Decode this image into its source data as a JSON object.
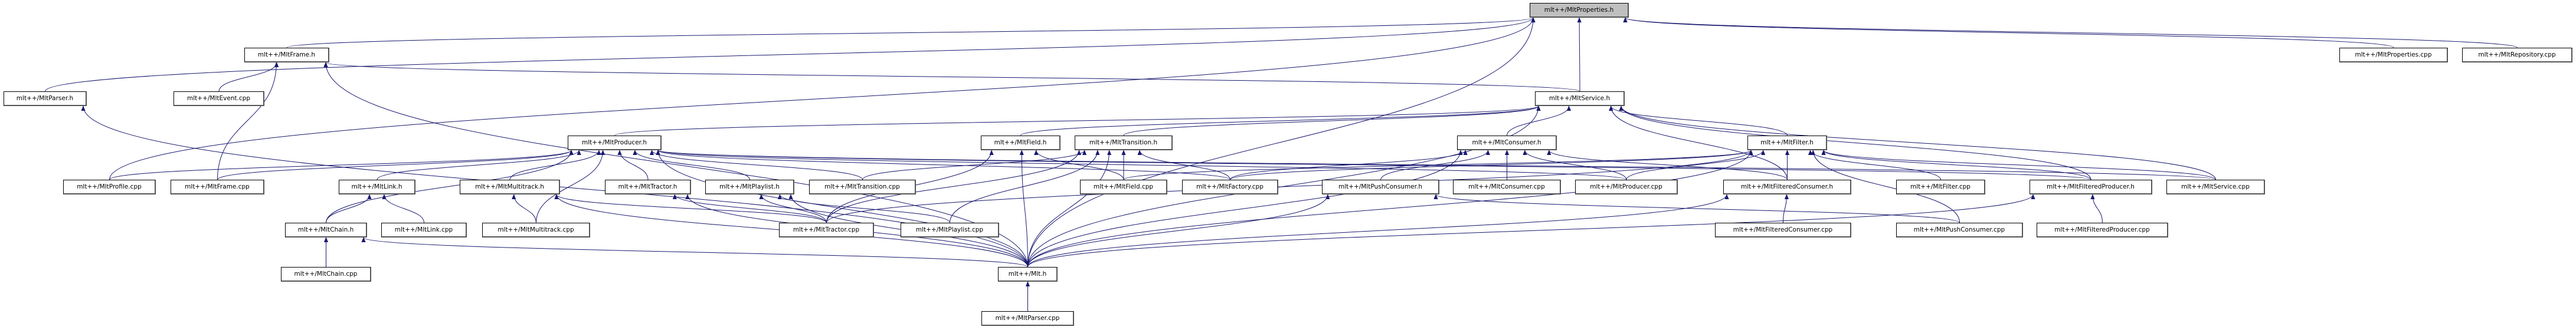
{
  "colors": {
    "edge": "#191970",
    "highlight_fill": "#bfbfbf",
    "node_fill": "#ffffff"
  },
  "nodes": [
    {
      "id": "props_h",
      "label": "mlt++/MltProperties.h",
      "highlighted": true
    },
    {
      "id": "frame_h",
      "label": "mlt++/MltFrame.h"
    },
    {
      "id": "parser_h",
      "label": "mlt++/MltParser.h"
    },
    {
      "id": "event_cpp",
      "label": "mlt++/MltEvent.cpp"
    },
    {
      "id": "service_h",
      "label": "mlt++/MltService.h"
    },
    {
      "id": "props_cpp",
      "label": "mlt++/MltProperties.cpp"
    },
    {
      "id": "repo_cpp",
      "label": "mlt++/MltRepository.cpp"
    },
    {
      "id": "producer_h",
      "label": "mlt++/MltProducer.h"
    },
    {
      "id": "field_h",
      "label": "mlt++/MltField.h"
    },
    {
      "id": "transition_h",
      "label": "mlt++/MltTransition.h"
    },
    {
      "id": "consumer_h",
      "label": "mlt++/MltConsumer.h"
    },
    {
      "id": "filter_h",
      "label": "mlt++/MltFilter.h"
    },
    {
      "id": "profile_cpp",
      "label": "mlt++/MltProfile.cpp"
    },
    {
      "id": "frame_cpp",
      "label": "mlt++/MltFrame.cpp"
    },
    {
      "id": "link_h",
      "label": "mlt++/MltLink.h"
    },
    {
      "id": "multitrack_h",
      "label": "mlt++/MltMultitrack.h"
    },
    {
      "id": "tractor_h",
      "label": "mlt++/MltTractor.h"
    },
    {
      "id": "playlist_h",
      "label": "mlt++/MltPlaylist.h"
    },
    {
      "id": "transition_cpp",
      "label": "mlt++/MltTransition.cpp"
    },
    {
      "id": "field_cpp",
      "label": "mlt++/MltField.cpp"
    },
    {
      "id": "factory_cpp",
      "label": "mlt++/MltFactory.cpp"
    },
    {
      "id": "pushconsumer_h",
      "label": "mlt++/MltPushConsumer.h"
    },
    {
      "id": "consumer_cpp",
      "label": "mlt++/MltConsumer.cpp"
    },
    {
      "id": "producer_cpp",
      "label": "mlt++/MltProducer.cpp"
    },
    {
      "id": "filteredconsumer_h",
      "label": "mlt++/MltFilteredConsumer.h"
    },
    {
      "id": "filter_cpp",
      "label": "mlt++/MltFilter.cpp"
    },
    {
      "id": "filteredproducer_h",
      "label": "mlt++/MltFilteredProducer.h"
    },
    {
      "id": "service_cpp",
      "label": "mlt++/MltService.cpp"
    },
    {
      "id": "chain_h",
      "label": "mlt++/MltChain.h"
    },
    {
      "id": "link_cpp",
      "label": "mlt++/MltLink.cpp"
    },
    {
      "id": "multitrack_cpp",
      "label": "mlt++/MltMultitrack.cpp"
    },
    {
      "id": "tractor_cpp",
      "label": "mlt++/MltTractor.cpp"
    },
    {
      "id": "playlist_cpp",
      "label": "mlt++/MltPlaylist.cpp"
    },
    {
      "id": "filteredconsumer_cpp",
      "label": "mlt++/MltFilteredConsumer.cpp"
    },
    {
      "id": "pushconsumer_cpp",
      "label": "mlt++/MltPushConsumer.cpp"
    },
    {
      "id": "filteredproducer_cpp",
      "label": "mlt++/MltFilteredProducer.cpp"
    },
    {
      "id": "chain_cpp",
      "label": "mlt++/MltChain.cpp"
    },
    {
      "id": "mlt_h",
      "label": "mlt++/Mlt.h"
    },
    {
      "id": "parser_cpp",
      "label": "mlt++/MltParser.cpp"
    }
  ],
  "edges": [
    [
      "frame_h",
      "props_h"
    ],
    [
      "parser_h",
      "props_h"
    ],
    [
      "service_h",
      "props_h"
    ],
    [
      "props_cpp",
      "props_h"
    ],
    [
      "repo_cpp",
      "props_h"
    ],
    [
      "profile_cpp",
      "props_h"
    ],
    [
      "mlt_h",
      "props_h"
    ],
    [
      "event_cpp",
      "frame_h"
    ],
    [
      "frame_cpp",
      "frame_h"
    ],
    [
      "service_h",
      "frame_h"
    ],
    [
      "mlt_h",
      "frame_h"
    ],
    [
      "mlt_h",
      "parser_h"
    ],
    [
      "producer_h",
      "service_h"
    ],
    [
      "field_h",
      "service_h"
    ],
    [
      "transition_h",
      "service_h"
    ],
    [
      "consumer_h",
      "service_h"
    ],
    [
      "filter_h",
      "service_h"
    ],
    [
      "filteredconsumer_h",
      "service_h"
    ],
    [
      "filteredproducer_h",
      "service_h"
    ],
    [
      "service_cpp",
      "service_h"
    ],
    [
      "mlt_h",
      "service_h"
    ],
    [
      "profile_cpp",
      "producer_h"
    ],
    [
      "frame_cpp",
      "producer_h"
    ],
    [
      "link_h",
      "producer_h"
    ],
    [
      "chain_h",
      "producer_h"
    ],
    [
      "multitrack_h",
      "producer_h"
    ],
    [
      "multitrack_cpp",
      "producer_h"
    ],
    [
      "tractor_h",
      "producer_h"
    ],
    [
      "playlist_h",
      "producer_h"
    ],
    [
      "transition_cpp",
      "producer_h"
    ],
    [
      "factory_cpp",
      "producer_h"
    ],
    [
      "producer_cpp",
      "producer_h"
    ],
    [
      "filteredproducer_h",
      "producer_h"
    ],
    [
      "mlt_h",
      "producer_h"
    ],
    [
      "service_cpp",
      "producer_h"
    ],
    [
      "chain_h",
      "link_h"
    ],
    [
      "link_cpp",
      "link_h"
    ],
    [
      "chain_cpp",
      "chain_h"
    ],
    [
      "mlt_h",
      "chain_h"
    ],
    [
      "multitrack_cpp",
      "multitrack_h"
    ],
    [
      "tractor_cpp",
      "multitrack_h"
    ],
    [
      "mlt_h",
      "multitrack_h"
    ],
    [
      "tractor_cpp",
      "tractor_h"
    ],
    [
      "mlt_h",
      "tractor_h"
    ],
    [
      "tractor_cpp",
      "playlist_h"
    ],
    [
      "playlist_cpp",
      "playlist_h"
    ],
    [
      "mlt_h",
      "playlist_h"
    ],
    [
      "field_cpp",
      "field_h"
    ],
    [
      "tractor_cpp",
      "field_h"
    ],
    [
      "mlt_h",
      "field_h"
    ],
    [
      "transition_cpp",
      "transition_h"
    ],
    [
      "field_cpp",
      "transition_h"
    ],
    [
      "factory_cpp",
      "transition_h"
    ],
    [
      "tractor_cpp",
      "transition_h"
    ],
    [
      "playlist_cpp",
      "transition_h"
    ],
    [
      "mlt_h",
      "transition_h"
    ],
    [
      "pushconsumer_h",
      "consumer_h"
    ],
    [
      "consumer_cpp",
      "consumer_h"
    ],
    [
      "producer_cpp",
      "consumer_h"
    ],
    [
      "filteredconsumer_h",
      "consumer_h"
    ],
    [
      "factory_cpp",
      "consumer_h"
    ],
    [
      "mlt_h",
      "consumer_h"
    ],
    [
      "field_cpp",
      "filter_h"
    ],
    [
      "factory_cpp",
      "filter_h"
    ],
    [
      "tractor_cpp",
      "filter_h"
    ],
    [
      "producer_cpp",
      "filter_h"
    ],
    [
      "filteredconsumer_h",
      "filter_h"
    ],
    [
      "filter_cpp",
      "filter_h"
    ],
    [
      "filteredproducer_h",
      "filter_h"
    ],
    [
      "service_cpp",
      "filter_h"
    ],
    [
      "pushconsumer_cpp",
      "filter_h"
    ],
    [
      "mlt_h",
      "filter_h"
    ],
    [
      "pushconsumer_cpp",
      "pushconsumer_h"
    ],
    [
      "mlt_h",
      "pushconsumer_h"
    ],
    [
      "filteredconsumer_cpp",
      "filteredconsumer_h"
    ],
    [
      "mlt_h",
      "filteredconsumer_h"
    ],
    [
      "filteredproducer_cpp",
      "filteredproducer_h"
    ],
    [
      "mlt_h",
      "filteredproducer_h"
    ],
    [
      "parser_cpp",
      "mlt_h"
    ]
  ]
}
